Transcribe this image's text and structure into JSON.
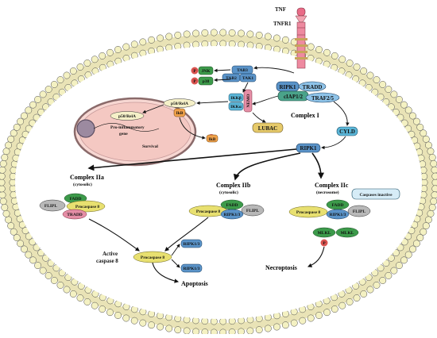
{
  "receptor": {
    "ligand": "TNF",
    "receptor": "TNFR1"
  },
  "complex1": {
    "title": "Complex I",
    "ripk1": "RIPK1",
    "tradd": "TRADD",
    "ciap": "cIAP1/2",
    "traf": "TRAF2/5",
    "lubac": "LUBAC",
    "cyld": "CYLD",
    "tab3": "TAB3",
    "tab2": "TAB2",
    "tak1": "TAK1",
    "jnk": "JNK",
    "p38": "p38",
    "p_label": "P",
    "ikkb": "IKKβ",
    "ikka": "IKKα",
    "nemo": "NEMO",
    "p50rela": "p50/RelA",
    "ikb": "IkB",
    "ikb_free": "IkB"
  },
  "nucleus": {
    "p50rela": "p50/RelA",
    "gene_line1": "Pro-inflammatory",
    "gene_line2": "gene",
    "survival": "Survival"
  },
  "ripk1_free": "RIPK1",
  "complex2a": {
    "title": "Complex IIa",
    "subtitle": "(cytosolic)",
    "fadd": "FADD",
    "flip": "FLIPL",
    "tradd": "TRADD",
    "procasp": "Procaspase 8"
  },
  "complex2b": {
    "title": "Complex IIb",
    "subtitle": "(cytosolic)",
    "fadd": "FADD",
    "procasp": "Procaspase 8",
    "ripk13": "RIPK1/3",
    "flip": "FLIPL"
  },
  "complex2c": {
    "title": "Complex IIc",
    "subtitle": "(necrosome)",
    "caspases": "Caspases inactive",
    "fadd": "FADD",
    "procasp": "Procaspase 8",
    "ripk13": "RIPK1/3",
    "flip": "FLIPL",
    "mlkl1": "MLKL",
    "mlkl2": "MLKL",
    "p_label": "P"
  },
  "active": {
    "label_line1": "Active",
    "label_line2": "caspase 8",
    "procasp": "Procaspase 8",
    "ripk13_top": "RIPK1/3",
    "ripk13_bottom": "RIPK1/3"
  },
  "outcomes": {
    "apoptosis": "Apoptosis",
    "necroptosis": "Necroptosis"
  },
  "colors": {
    "membrane_head": "#f4f1c2",
    "cytoplasm": "#ffffff",
    "nucleus": "#f3c9c9",
    "ripk": "#5a93c8",
    "fadd": "#3c9a4a",
    "procasp": "#e8e070",
    "tradd": "#e58ea6",
    "flip": "#b8b8b8",
    "lubac": "#e6ca6a",
    "ikb": "#f0a14a",
    "phospho": "#d9534f"
  }
}
